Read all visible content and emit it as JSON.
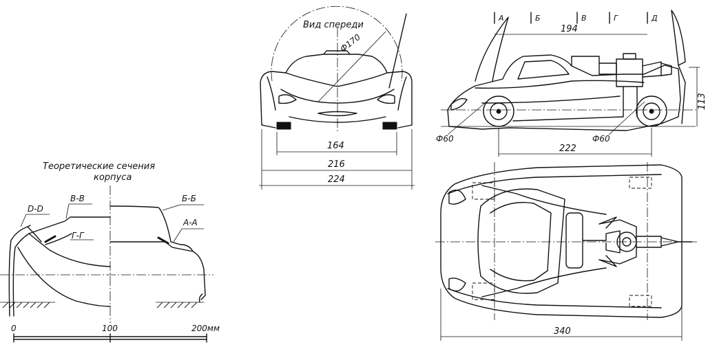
{
  "labels": {
    "front_view": "Вид спереди",
    "phi_170": "Ф170",
    "dim_164": "164",
    "dim_216": "216",
    "dim_224": "224",
    "sec_A": "А",
    "sec_B": "Б",
    "sec_V": "В",
    "sec_G": "Г",
    "sec_D": "Д",
    "dim_194": "194",
    "dim_113": "113",
    "phi_60_front": "Ф60",
    "phi_60_rear": "Ф60",
    "dim_222": "222",
    "dim_340": "340",
    "sections_title_1": "Теоретические сечения",
    "sections_title_2": "корпуса",
    "cut_DD": "D-D",
    "cut_VV": "В-В",
    "cut_GG": "Г-Г",
    "cut_BB": "Б-Б",
    "cut_AA": "А-А",
    "scale_0": "0",
    "scale_100": "100",
    "scale_200": "200мм"
  },
  "colors": {
    "ink": "#111111",
    "paper": "#ffffff"
  }
}
